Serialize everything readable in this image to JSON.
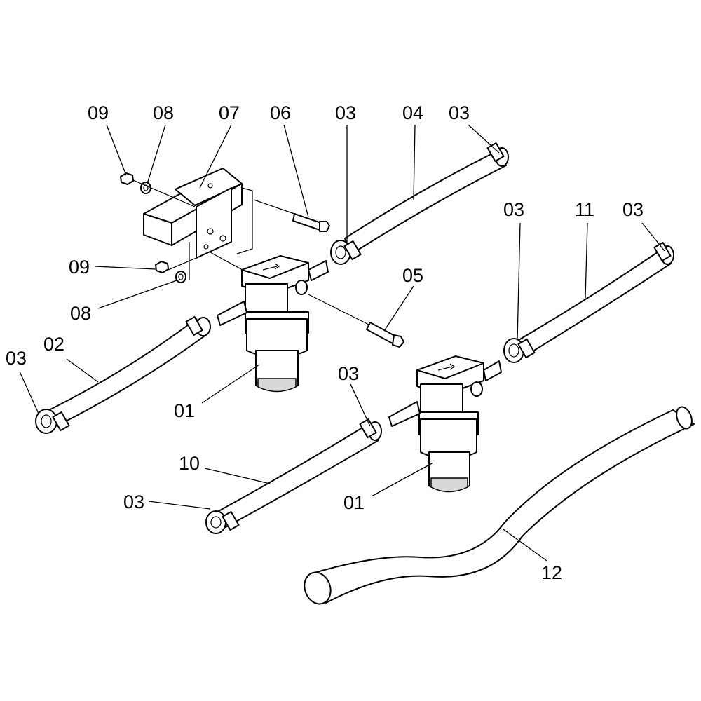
{
  "diagram": {
    "labels": {
      "l09a": "09",
      "l08a": "08",
      "l07": "07",
      "l06": "06",
      "l03a": "03",
      "l04": "04",
      "l03b": "03",
      "l03c": "03",
      "l11": "11",
      "l03d": "03",
      "l09b": "09",
      "l05": "05",
      "l08b": "08",
      "l03e": "03",
      "l02": "02",
      "l03f": "03",
      "l01a": "01",
      "l10": "10",
      "l03g": "03",
      "l01b": "01",
      "l12": "12"
    }
  }
}
